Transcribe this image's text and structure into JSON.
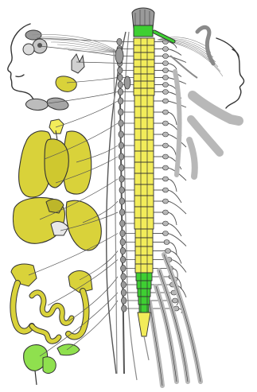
{
  "figure": {
    "colors": {
      "background": "#ffffff",
      "outline": "#333333",
      "nerve": "#8a8a8a",
      "nerve_dark": "#555555",
      "chain_fill": "#9a9a9a",
      "organ_yellow": "#d9d23a",
      "spinal_yellow": "#f2ec5a",
      "spinal_green": "#3ecf32",
      "green_organ": "#8fe04e",
      "gray_body": "#b8b8b8"
    },
    "segments": {
      "cervical_count": 8,
      "thoracic_count": 12,
      "lumbar_count": 5,
      "sacral_count": 5
    }
  }
}
